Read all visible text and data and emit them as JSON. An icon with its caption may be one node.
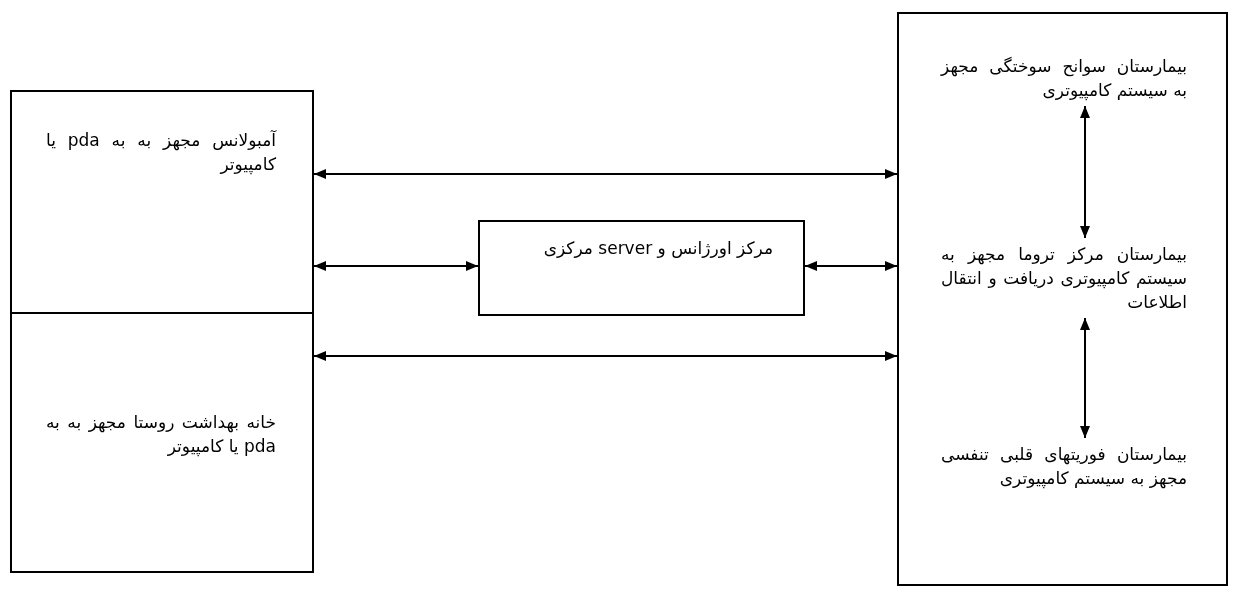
{
  "diagram": {
    "nodes": [
      {
        "text": [
          "آمبولانس مجهز به به pda یا کامپیوتر"
        ]
      },
      {
        "text": [
          "خانه بهداشت روستا مجهز به به pda یا کامپیوتر"
        ]
      },
      {
        "text": [
          "مرکز اورژانس و server مرکزی"
        ]
      },
      {
        "text": [],
        "shape": "box"
      },
      {
        "text": [
          "بیمارستان سوانح سوختگی مجهز به سیستم کامپیوتری"
        ],
        "in": 3
      },
      {
        "text": [
          "بیمارستان مرکز تروما مجهز به سیستم کامپیوتری دریافت و انتقال اطلاعات"
        ],
        "in": 3
      },
      {
        "text": [
          "بیمارستان فوریتهای قلبی تنفسی مجهز به سیستم کامپیوتری"
        ],
        "in": 3
      }
    ],
    "edges": [
      {
        "from": 0,
        "to": 3,
        "arrow": "both"
      },
      {
        "from": 0,
        "to": 2,
        "arrow": "both"
      },
      {
        "from": 2,
        "to": 3,
        "arrow": "both"
      },
      {
        "from": 1,
        "to": 3,
        "arrow": "both"
      },
      {
        "from": 4,
        "to": 5,
        "arrow": "both"
      },
      {
        "from": 5,
        "to": 6,
        "arrow": "both"
      }
    ]
  }
}
